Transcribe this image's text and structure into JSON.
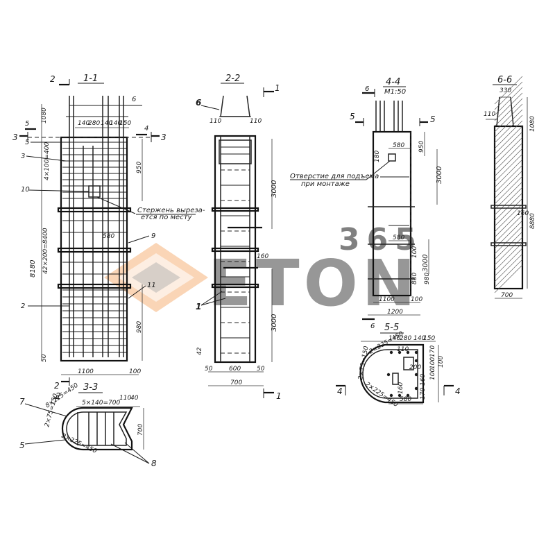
{
  "sections": {
    "s11": {
      "title": "1-1",
      "cut2_top": "2",
      "cut2_bot": "2",
      "cut6": "6",
      "cut4": "4",
      "cut5": "5",
      "cut3_l": "3",
      "cut3_r": "3",
      "top_dims": [
        "140",
        "280",
        "140",
        "140",
        "150"
      ],
      "dim_1080": "1080",
      "dim_950": "950",
      "dim_980": "980",
      "dim_50": "50",
      "dim_8180": "8180",
      "dim_bars": "42×200=8400",
      "dim_stirrup": "4×100=400",
      "width_dims": [
        "1100",
        "100"
      ],
      "dim_580": "580",
      "callouts": [
        "5",
        "3",
        "10",
        "9",
        "2",
        "11"
      ]
    },
    "s22": {
      "title": "2-2",
      "cut1_top": "1",
      "cut1_bot": "1",
      "label6": "6",
      "dim_110_l": "110",
      "dim_110_r": "110",
      "dim_3000_a": "3000",
      "dim_3000_b": "3000",
      "dim_160": "160",
      "dim_42": "42",
      "bottom_dims": [
        "50",
        "600",
        "50"
      ],
      "total": "700",
      "callout": "1"
    },
    "s44": {
      "title": "4-4",
      "scale": "М1:50",
      "cut6_top": "6",
      "cut6_bot": "6",
      "cut5_l": "5",
      "cut5_r": "5",
      "dim_580_a": "580",
      "dim_580_b": "580",
      "dim_180": "180",
      "dim_950": "950",
      "dim_3000_a": "3000",
      "dim_3000_b": "3000",
      "dim_100": "100",
      "dim_880": "880",
      "dim_980": "980",
      "bottom_dims": [
        "1100",
        "100"
      ],
      "total": "1200"
    },
    "s66": {
      "title": "6-6",
      "dim_330": "330",
      "dim_110": "110",
      "dim_1080": "1080",
      "dim_160": "160",
      "dim_8880": "8880",
      "total": "700"
    },
    "s33": {
      "title": "3-3",
      "cut2": "2",
      "top_dims": [
        "5×140=700",
        "110",
        "40"
      ],
      "dim_700": "700",
      "arc1": "8×225=450",
      "arc2": "2×75=150",
      "arc3": "2×225=450",
      "callouts": [
        "7",
        "5",
        "8"
      ]
    },
    "s55": {
      "title": "5-5",
      "cut4_l": "4",
      "cut4_r": "4",
      "top_dims": [
        "140",
        "280",
        "140",
        "150"
      ],
      "arc": "2×225=450",
      "arc2": "2×75=150",
      "arc3": "2×225=450",
      "right_dims": [
        "170",
        "100",
        "100",
        "100"
      ],
      "dims": [
        "200",
        "160",
        "170"
      ],
      "dim_110": "110",
      "dim_580": "580",
      "dim_160": "160"
    }
  },
  "notes": {
    "rod_cut": "Стержень выреза-\nется по месту",
    "rod_cut_1": "Стержень выреза-",
    "rod_cut_2": "ется по месту",
    "lift_hole_1": "Отверстие для подъема",
    "lift_hole_2": "при монтаже"
  },
  "watermark": {
    "text_top": "365",
    "text_main": "ETON"
  },
  "colors": {
    "ink": "#1a1a1a",
    "watermark_orange": "#f5a25d",
    "watermark_grey": "#a9a9a9"
  }
}
